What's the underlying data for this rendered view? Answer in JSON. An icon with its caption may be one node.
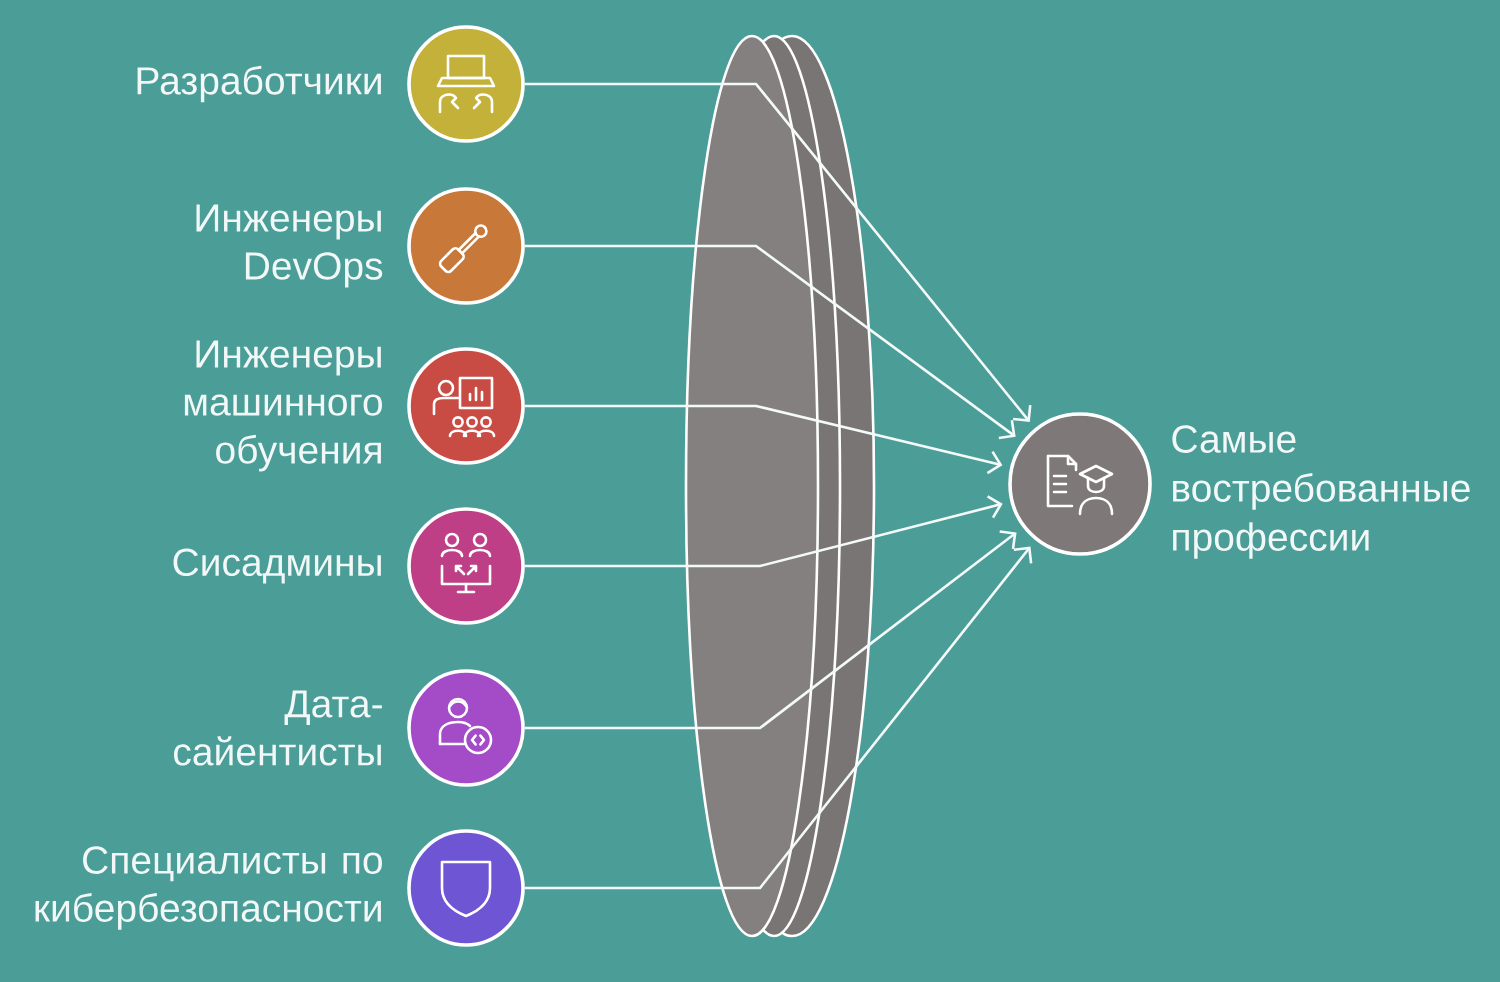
{
  "diagram": {
    "nodes": [
      {
        "text": [
          "Разработчики"
        ]
      },
      {
        "text": [
          "Инженеры DevOps"
        ]
      },
      {
        "text": [
          "Инженеры машинного обучения"
        ]
      },
      {
        "text": [
          "Сисадмины"
        ]
      },
      {
        "text": [
          "Дата-сайентисты"
        ]
      },
      {
        "text": [
          "Специалисты по кибербезопасности"
        ]
      },
      {
        "text": [
          "Самые востребованные профессии"
        ]
      }
    ],
    "edges": [
      {
        "from": 0,
        "to": 6,
        "arrow": "to"
      },
      {
        "from": 1,
        "to": 6,
        "arrow": "to"
      },
      {
        "from": 2,
        "to": 6,
        "arrow": "to"
      },
      {
        "from": 3,
        "to": 6,
        "arrow": "to"
      },
      {
        "from": 4,
        "to": 6,
        "arrow": "to"
      },
      {
        "from": 5,
        "to": 6,
        "arrow": "to"
      }
    ]
  }
}
